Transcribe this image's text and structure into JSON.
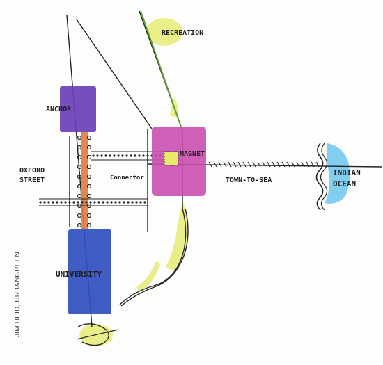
{
  "credit": "JIM HEID, URBANGREEN",
  "labels": {
    "recreation": "RECREATION",
    "anchor": "ANCHOR",
    "oxford_street_line1": "OXFORD",
    "oxford_street_line2": "STREET",
    "connector": "Connector",
    "magnet": "MAGNET",
    "town_to_sea": "TOWN-TO-SEA",
    "indian_ocean_line1": "INDIAN",
    "indian_ocean_line2": "OCEAN",
    "university": "UNIVERSITY"
  },
  "colors": {
    "anchor": "#6a3fb8",
    "magnet": "#c94fb0",
    "university": "#2f4fc0",
    "green_corridor": "#d9e14a",
    "ocean": "#4fb8ec",
    "oxford_street": "#e07a3e",
    "ink": "#1e1e1e"
  }
}
